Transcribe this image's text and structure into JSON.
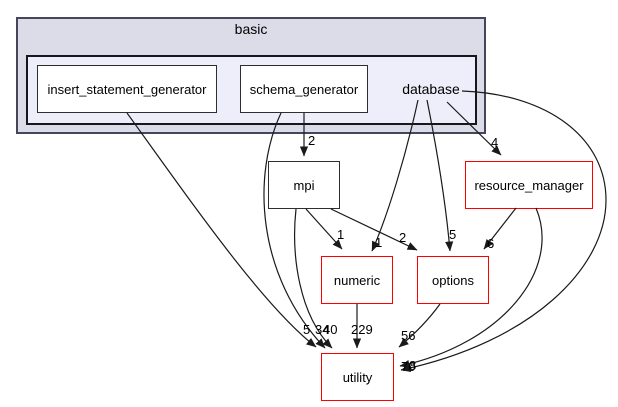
{
  "graph": {
    "parent_cluster_label": "basic",
    "current_directory": "database",
    "colors": {
      "outer_cluster_fill": "#dcdce8",
      "outer_cluster_border": "#46465a",
      "inner_cluster_fill": "#eeeefb",
      "inner_cluster_border": "#16161d",
      "node_fill": "#ffffff",
      "node_border_default": "#2e2e2e",
      "node_border_highlight": "#ff0000",
      "edge_color": "#1a1a1a"
    },
    "nodes": [
      {
        "id": "insert_statement_generator",
        "label": "insert_statement_generator",
        "style": "default"
      },
      {
        "id": "schema_generator",
        "label": "schema_generator",
        "style": "default"
      },
      {
        "id": "database",
        "label": "database",
        "style": "plaintext"
      },
      {
        "id": "mpi",
        "label": "mpi",
        "style": "default"
      },
      {
        "id": "resource_manager",
        "label": "resource_manager",
        "style": "highlight"
      },
      {
        "id": "numeric",
        "label": "numeric",
        "style": "highlight"
      },
      {
        "id": "options",
        "label": "options",
        "style": "highlight"
      },
      {
        "id": "utility",
        "label": "utility",
        "style": "highlight"
      }
    ],
    "edges": [
      {
        "from": "schema_generator",
        "to": "mpi",
        "label": "2"
      },
      {
        "from": "database",
        "to": "resource_manager",
        "label": "4"
      },
      {
        "from": "mpi",
        "to": "numeric",
        "label": "1"
      },
      {
        "from": "database",
        "to": "numeric",
        "label": "1"
      },
      {
        "from": "mpi",
        "to": "options",
        "label": "2"
      },
      {
        "from": "database",
        "to": "options",
        "label": "5"
      },
      {
        "from": "resource_manager",
        "to": "options",
        "label": "6"
      },
      {
        "from": "insert_statement_generator",
        "to": "utility",
        "label": "5"
      },
      {
        "from": "schema_generator",
        "to": "utility",
        "label": "34"
      },
      {
        "from": "mpi",
        "to": "utility",
        "label": "40"
      },
      {
        "from": "numeric",
        "to": "utility",
        "label": "229"
      },
      {
        "from": "options",
        "to": "utility",
        "label": "56"
      },
      {
        "from": "resource_manager",
        "to": "utility",
        "label": "8"
      },
      {
        "from": "database",
        "to": "utility",
        "label": "70"
      }
    ]
  }
}
